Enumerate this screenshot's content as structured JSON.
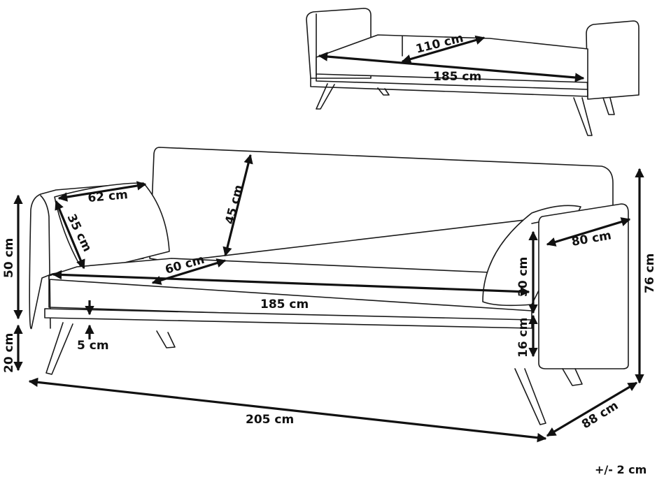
{
  "diagram": {
    "top_view": {
      "seat_depth": "110 cm",
      "seat_length": "185 cm"
    },
    "main_view": {
      "pillow_width": "62 cm",
      "pillow_height": "35 cm",
      "backrest_height": "45 cm",
      "seat_depth": "60 cm",
      "seat_length": "185 cm",
      "armrest_depth": "80 cm",
      "armrest_height": "30 cm",
      "base_height": "16 cm",
      "leg_clearance": "5 cm",
      "seat_height": "50 cm",
      "leg_height": "20 cm",
      "total_height": "76 cm",
      "total_width": "205 cm",
      "total_depth": "88 cm"
    },
    "tolerance": "+/- 2 cm"
  }
}
